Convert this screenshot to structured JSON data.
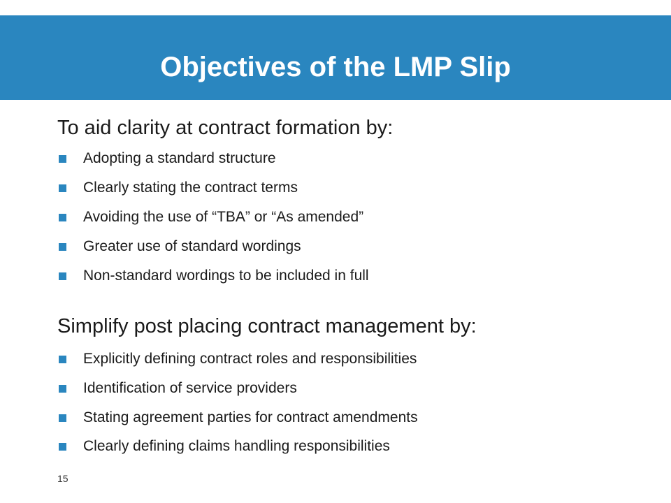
{
  "slide": {
    "title": "Objectives of the LMP Slip",
    "page_number": "15"
  },
  "sections": [
    {
      "heading": "To aid clarity at contract formation by:",
      "bullets": [
        "Adopting a standard structure",
        "Clearly stating the contract terms",
        "Avoiding the use of “TBA” or “As amended”",
        "Greater use of standard wordings",
        "Non-standard wordings to be included in full"
      ]
    },
    {
      "heading": "Simplify post placing contract management by:",
      "bullets": [
        "Explicitly defining contract roles and responsibilities",
        "Identification of service providers",
        "Stating agreement parties for contract amendments",
        "Clearly defining claims handling responsibilities"
      ]
    }
  ],
  "colors": {
    "accent": "#2a86bf",
    "title_text": "#ffffff",
    "body_text": "#1a1a1a"
  }
}
